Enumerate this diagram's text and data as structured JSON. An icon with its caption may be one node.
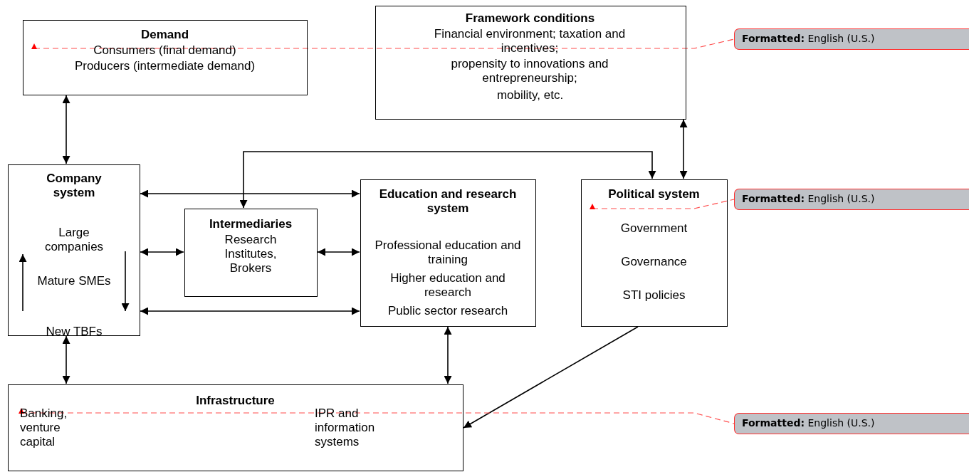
{
  "diagram": {
    "nodes": [
      {
        "text": [
          "Demand",
          "Consumers (final demand)",
          "Producers (intermediate demand)"
        ]
      },
      {
        "text": [
          "Framework conditions",
          "Financial environment; taxation and incentives;",
          "propensity to innovations and entrepreneurship;",
          "mobility, etc."
        ]
      },
      {
        "text": [
          "Company system",
          "Large companies",
          "Mature SMEs",
          "New TBFs"
        ]
      },
      {
        "text": [
          "Intermediaries",
          "Research Institutes, Brokers"
        ]
      },
      {
        "text": [
          "Education and research system",
          "Professional education and training",
          "Higher education and research",
          "Public sector research"
        ]
      },
      {
        "text": [
          "Political system",
          "Government",
          "Governance",
          "STI policies"
        ]
      },
      {
        "text": [
          "Infrastructure",
          "Banking, venture capital",
          "IPR and information systems"
        ]
      },
      {
        "text": [
          "**Formatted:** English (U.S.)"
        ]
      },
      {
        "text": [
          "**Formatted:** English (U.S.)"
        ]
      },
      {
        "text": [
          "**Formatted:** English (U.S.)"
        ]
      }
    ],
    "edges": [
      {
        "from": 0,
        "to": 2,
        "arrow": "both"
      },
      {
        "from": 1,
        "to": 5,
        "arrow": "both"
      },
      {
        "from": 2,
        "to": 4,
        "arrow": "both"
      },
      {
        "from": 2,
        "to": 3,
        "arrow": "both"
      },
      {
        "from": 3,
        "to": 4,
        "arrow": "both"
      },
      {
        "from": 2,
        "to": 4,
        "arrow": "both"
      },
      {
        "from": 3,
        "to": 5,
        "arrow": "both"
      },
      {
        "from": 2,
        "to": 6,
        "arrow": "both"
      },
      {
        "from": 4,
        "to": 6,
        "arrow": "both"
      },
      {
        "from": 5,
        "to": 6,
        "arrow": "to"
      },
      {
        "from": 0,
        "to": 7,
        "arrow": "other",
        "style": "dashed",
        "color": "#ff4d4d"
      },
      {
        "from": 5,
        "to": 8,
        "arrow": "other",
        "style": "dashed",
        "color": "#ff4d4d"
      },
      {
        "from": 6,
        "to": 9,
        "arrow": "other",
        "style": "dashed",
        "color": "#ff4d4d"
      }
    ]
  }
}
